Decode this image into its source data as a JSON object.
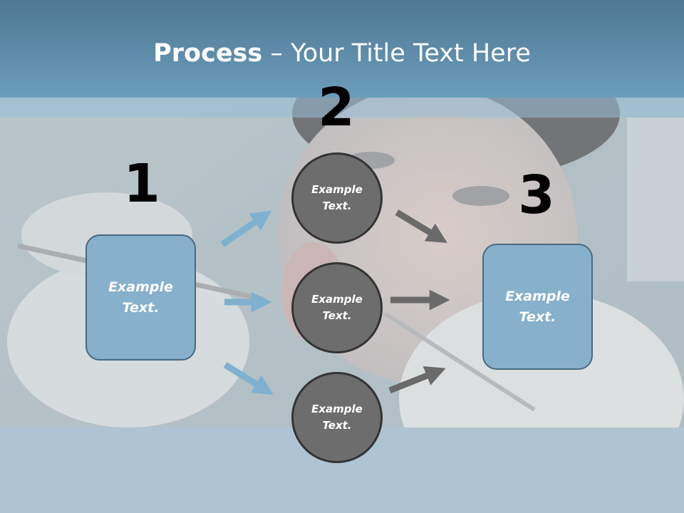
{
  "slide": {
    "title_bold": "Process",
    "title_rest": " – Your Title Text Here"
  },
  "steps": {
    "one": {
      "number": "1",
      "text": "Example\nText."
    },
    "two": {
      "number": "2",
      "items": [
        {
          "text": "Example\nText."
        },
        {
          "text": "Example\nText."
        },
        {
          "text": "Example\nText."
        }
      ]
    },
    "three": {
      "number": "3",
      "text": "Example\nText."
    }
  },
  "colors": {
    "title_bar": "#5e8aa8",
    "box_fill": "#86b0cb",
    "circle_fill": "#6d6d6d",
    "arrow_blue": "#7fb0cf",
    "arrow_gray": "#6a6a6a"
  },
  "background": {
    "photo": "dentist-photo"
  }
}
